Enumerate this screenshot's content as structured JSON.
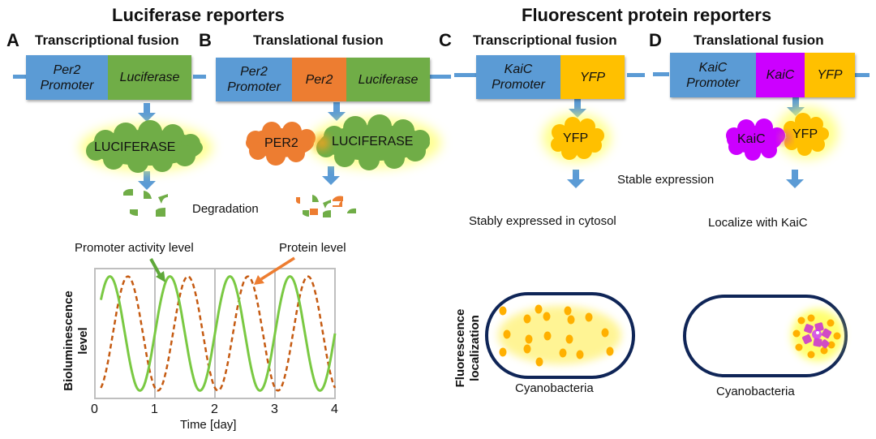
{
  "sections": {
    "luciferase_title": "Luciferase reporters",
    "fluorescent_title": "Fluorescent protein reporters"
  },
  "panels": {
    "A": {
      "letter": "A",
      "subtitle": "Transcriptional fusion",
      "segments": [
        "Per2\nPromoter",
        "Luciferase"
      ],
      "protein": "LUCIFERASE"
    },
    "B": {
      "letter": "B",
      "subtitle": "Translational fusion",
      "segments": [
        "Per2\nPromoter",
        "Per2",
        "Luciferase"
      ],
      "protein_left": "PER2",
      "protein_right": "LUCIFERASE"
    },
    "C": {
      "letter": "C",
      "subtitle": "Transcriptional fusion",
      "segments": [
        "KaiC\nPromoter",
        "YFP"
      ],
      "protein": "YFP",
      "outcome": "Stably expressed in cytosol",
      "cell_label": "Cyanobacteria"
    },
    "D": {
      "letter": "D",
      "subtitle": "Translational fusion",
      "segments": [
        "KaiC\nPromoter",
        "KaiC",
        "YFP"
      ],
      "protein_left": "KaiC",
      "protein_right": "YFP",
      "outcome": "Localize with KaiC",
      "cell_label": "Cyanobacteria"
    }
  },
  "labels": {
    "degradation": "Degradation",
    "stable_expression": "Stable expression",
    "fluorescence_localization": "Fluorescence\nlocalization"
  },
  "colors": {
    "promoter": "#5b9bd5",
    "luciferase": "#70ad47",
    "per2": "#ed7d31",
    "yfp": "#ffc000",
    "kaic": "#cc00ff",
    "arrow": "#5b9bd5",
    "cell_wall": "#0f2557",
    "green_line": "#7ac943",
    "orange_line": "#c55a11"
  },
  "chart_data": {
    "type": "line",
    "title": "",
    "xlabel": "Time [day]",
    "ylabel": "Bioluminescence level",
    "xlim": [
      0,
      4
    ],
    "ylim": [
      0,
      1
    ],
    "xticks": [
      "0",
      "1",
      "2",
      "3",
      "4"
    ],
    "grid": true,
    "annotations": [
      "Promoter activity level",
      "Protein level"
    ],
    "series": [
      {
        "name": "Promoter activity level",
        "style": "solid",
        "period_days": 1,
        "peak_phase_days": 0.25,
        "x_start": 0.1,
        "x_end": 4.0,
        "amplitude": [
          0.06,
          0.94
        ]
      },
      {
        "name": "Protein level",
        "style": "dashed",
        "period_days": 1,
        "peak_phase_days": 0.55,
        "x_start": 0.1,
        "x_end": 4.0,
        "amplitude": [
          0.06,
          0.94
        ]
      }
    ]
  }
}
